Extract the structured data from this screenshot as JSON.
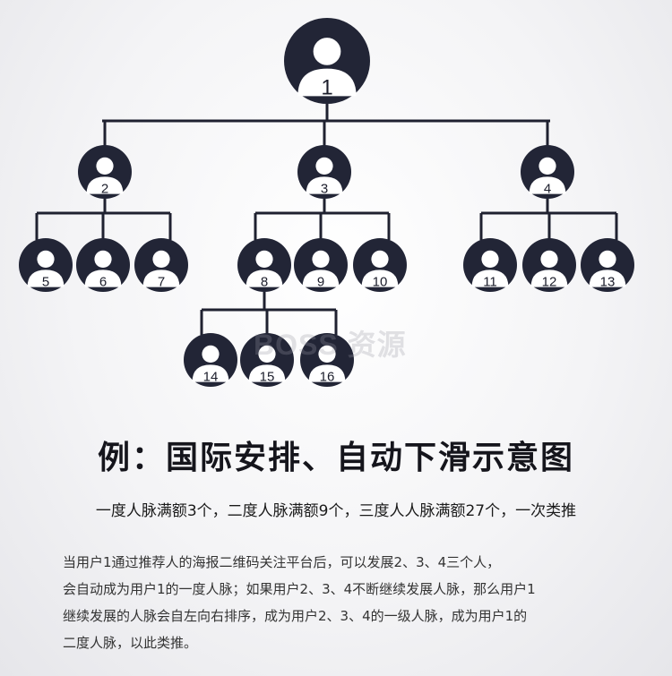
{
  "nodes": [
    "1",
    "2",
    "3",
    "4",
    "5",
    "6",
    "7",
    "8",
    "9",
    "10",
    "11",
    "12",
    "13",
    "14",
    "15",
    "16"
  ],
  "watermark": "BOSS 资源",
  "title": "例：国际安排、自动下滑示意图",
  "subtitle": "一度人脉满额3个，二度人脉满额9个，三度人人脉满额27个，一次类推",
  "description": [
    "当用户1通过推荐人的海报二维码关注平台后，可以发展2、3、4三个人，",
    "会自动成为用户1的一度人脉；如果用户2、3、4不断继续发展人脉，那么用户1",
    "继续发展的人脉会自左向右排序，成为用户2、3、4的一级人脉，成为用户1的",
    "二度人脉，以此类推。"
  ],
  "colors": {
    "node_dark": "#222536",
    "node_light": "#ffffff",
    "connector": "#1f2130"
  }
}
